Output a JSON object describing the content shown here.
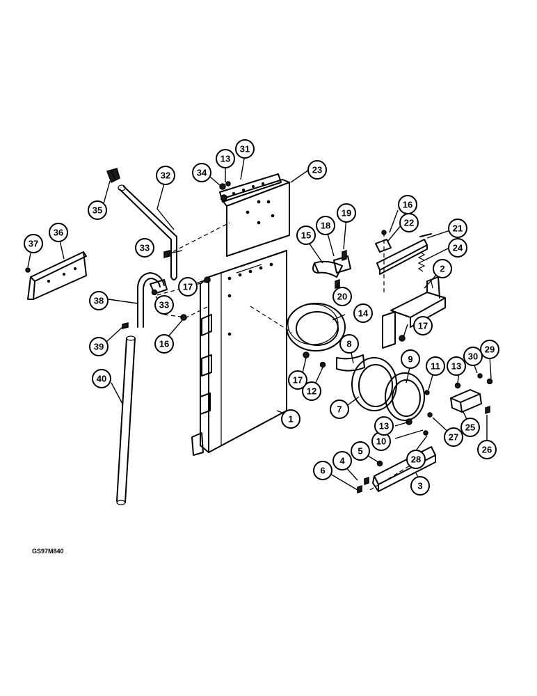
{
  "drawing_ref": "GS97M840",
  "callouts": [
    {
      "label": "1"
    },
    {
      "label": "2"
    },
    {
      "label": "3"
    },
    {
      "label": "4"
    },
    {
      "label": "5"
    },
    {
      "label": "6"
    },
    {
      "label": "7"
    },
    {
      "label": "8"
    },
    {
      "label": "9"
    },
    {
      "label": "10"
    },
    {
      "label": "11"
    },
    {
      "label": "12"
    },
    {
      "label": "13"
    },
    {
      "label": "13"
    },
    {
      "label": "13"
    },
    {
      "label": "14"
    },
    {
      "label": "15"
    },
    {
      "label": "16"
    },
    {
      "label": "16"
    },
    {
      "label": "17"
    },
    {
      "label": "17"
    },
    {
      "label": "17"
    },
    {
      "label": "18"
    },
    {
      "label": "19"
    },
    {
      "label": "20"
    },
    {
      "label": "21"
    },
    {
      "label": "22"
    },
    {
      "label": "23"
    },
    {
      "label": "24"
    },
    {
      "label": "25"
    },
    {
      "label": "26"
    },
    {
      "label": "27"
    },
    {
      "label": "28"
    },
    {
      "label": "29"
    },
    {
      "label": "30"
    },
    {
      "label": "31"
    },
    {
      "label": "32"
    },
    {
      "label": "33"
    },
    {
      "label": "33"
    },
    {
      "label": "34"
    },
    {
      "label": "35"
    },
    {
      "label": "36"
    },
    {
      "label": "37"
    },
    {
      "label": "38"
    },
    {
      "label": "39"
    },
    {
      "label": "40"
    }
  ]
}
